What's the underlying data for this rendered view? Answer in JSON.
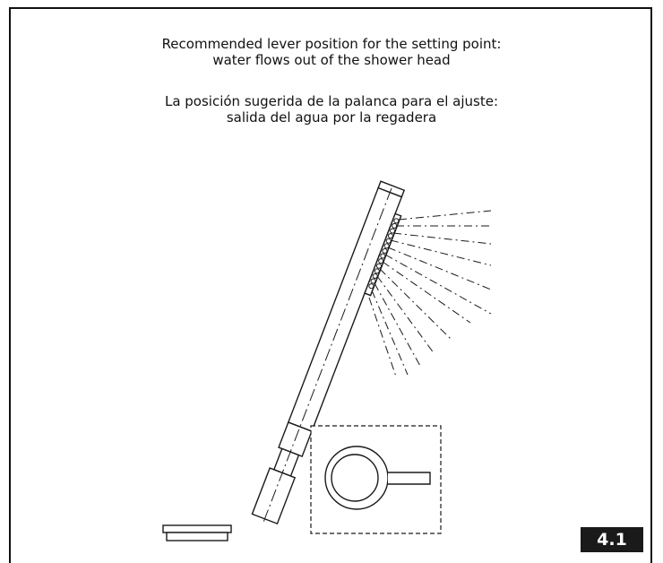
{
  "caption_en": {
    "line1": "Recommended lever position for the setting point:",
    "line2": "water flows out of the shower head"
  },
  "caption_es": {
    "line1": "La posición sugerida de la palanca para el ajuste:",
    "line2": "salida del agua por la regadera"
  },
  "figure_number": "4.1",
  "icons": [
    "hand-shower-icon",
    "water-spray-icon",
    "lever-position-icon"
  ],
  "colors": {
    "line": "#1a1a1a",
    "badge_bg": "#1a1a1a",
    "badge_text": "#ffffff"
  }
}
